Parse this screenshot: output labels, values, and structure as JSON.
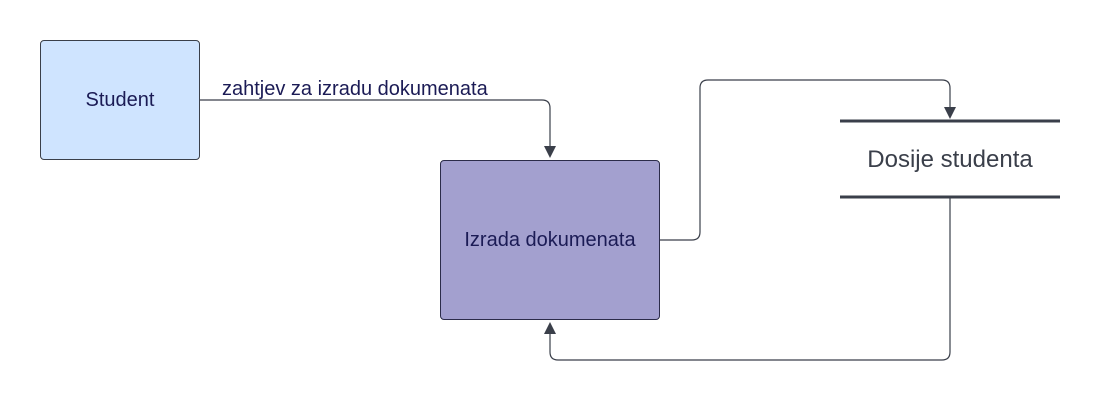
{
  "nodes": {
    "student": "Student",
    "process": "Izrada dokumenata",
    "datastore": "Dosije studenta"
  },
  "edges": {
    "request_label": "zahtjev za izradu dokumenata"
  },
  "colors": {
    "student_fill": "#cfe4ff",
    "process_fill": "#a3a0cf",
    "line": "#3a3f4a",
    "text": "#1b1b55"
  }
}
